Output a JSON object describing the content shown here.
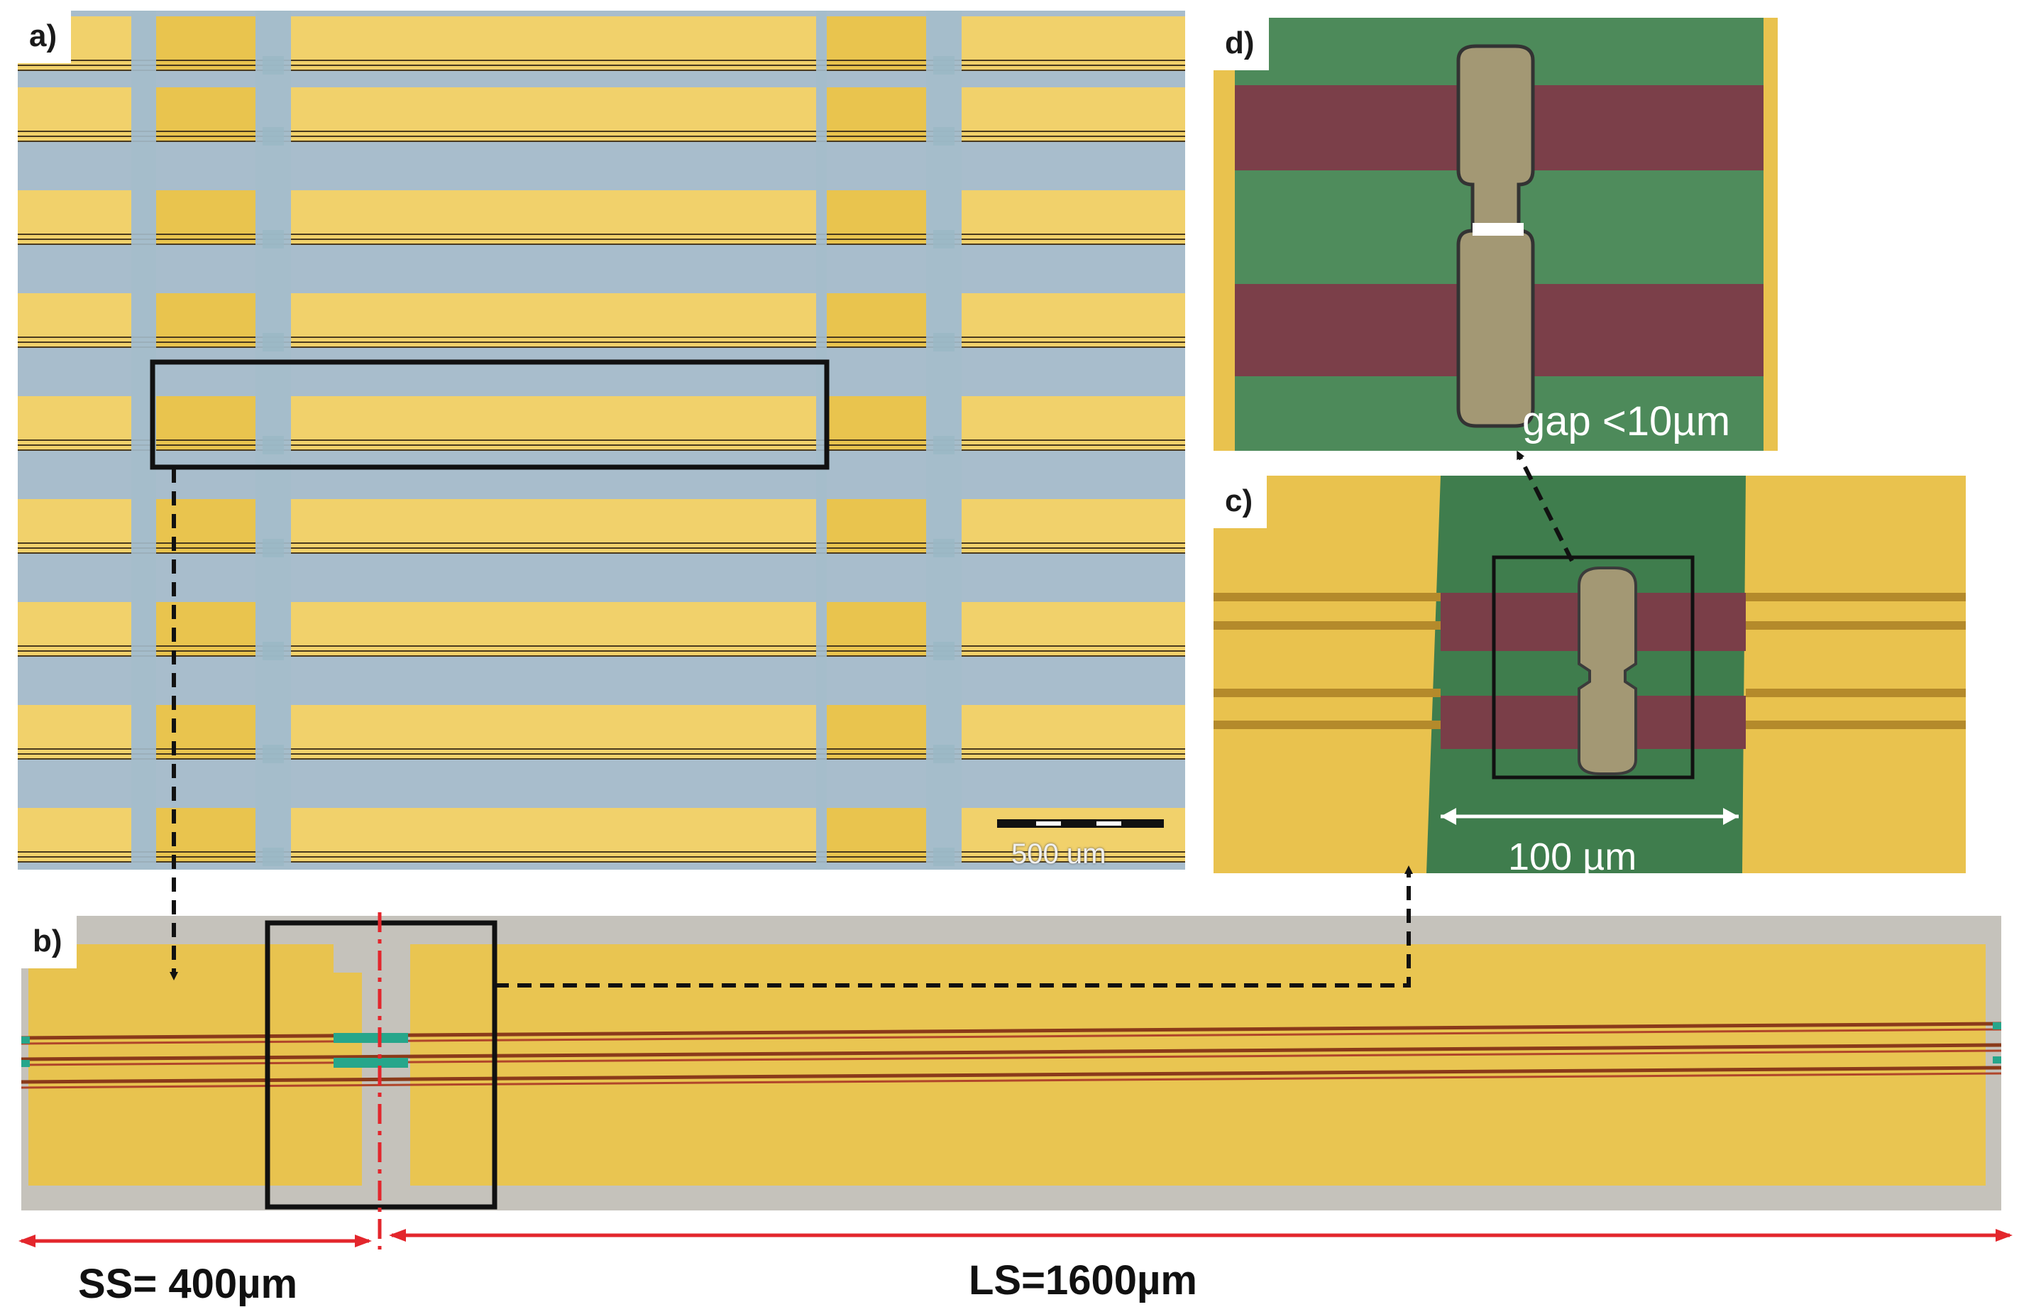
{
  "panels": {
    "a": {
      "tag": "a)",
      "scale_bar_label": "500 um"
    },
    "b": {
      "tag": "b)"
    },
    "c": {
      "tag": "c)",
      "scale_label": "100 µm"
    },
    "d": {
      "tag": "d)",
      "gap_label": "gap  <10µm"
    }
  },
  "dimensions": {
    "short_segment": "SS= 400µm",
    "long_segment": "LS=1600µm"
  },
  "colors": {
    "gold": "#e9c44e",
    "gold_light": "#f1d16b",
    "substrate_blue": "#a9bccb",
    "substrate_gray": "#c5c2bc",
    "green_dielectric": "#4e8a5b",
    "maroon_metal": "#7a3f49",
    "tan_bridge": "#a39874",
    "annotation_red": "#e3262c",
    "annotation_black": "#111111"
  }
}
